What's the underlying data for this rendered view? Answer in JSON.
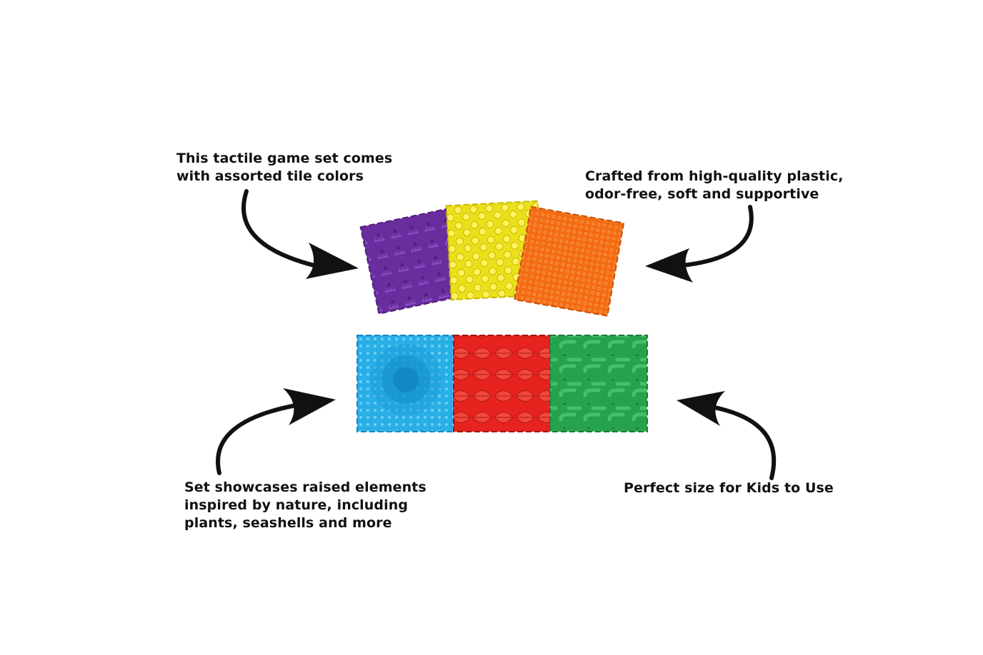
{
  "captions": {
    "top_left": [
      "This tactile game set comes",
      "with assorted tile colors"
    ],
    "top_right": [
      "Crafted from high-quality plastic,",
      "odor-free, soft and supportive"
    ],
    "bottom_left": [
      "Set showcases raised elements",
      "inspired by nature, including",
      "plants, seashells and more"
    ],
    "bottom_right": [
      "Perfect size for Kids to Use"
    ]
  },
  "tiles": {
    "top_row": [
      {
        "color": "purple",
        "fill": "#6a2d9e",
        "pattern": "seashells"
      },
      {
        "color": "yellow",
        "fill": "#f2e81c",
        "pattern": "pebbles"
      },
      {
        "color": "orange",
        "fill": "#f7751a",
        "pattern": "spikes"
      }
    ],
    "bottom_row": [
      {
        "color": "blue",
        "fill": "#29aee6",
        "pattern": "flower-spiral"
      },
      {
        "color": "red",
        "fill": "#e8241f",
        "pattern": "leaves"
      },
      {
        "color": "green",
        "fill": "#2aa650",
        "pattern": "tracks"
      }
    ]
  },
  "arrows": [
    "arrow-icon",
    "arrow-icon",
    "arrow-icon",
    "arrow-icon"
  ]
}
